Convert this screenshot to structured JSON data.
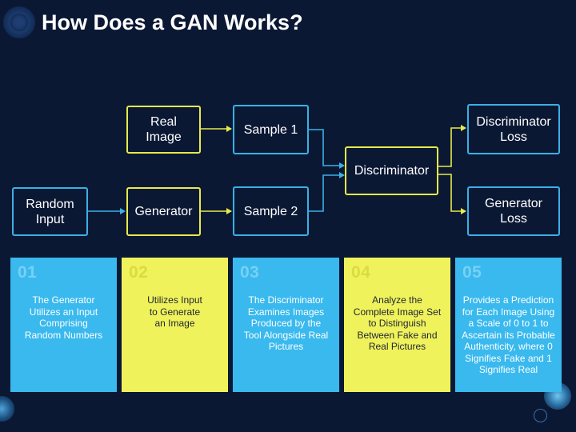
{
  "title": "How Does a GAN Works?",
  "colors": {
    "background": "#0b1834",
    "blue_accent": "#3ab0e6",
    "yellow_accent": "#e7ea4a",
    "card_blue": "#39b9ee",
    "card_yellow": "#f0f25c"
  },
  "diagram": {
    "nodes": {
      "real_image": "Real\nImage",
      "random_input": "Random\nInput",
      "generator": "Generator",
      "sample_1": "Sample 1",
      "sample_2": "Sample 2",
      "discriminator": "Discriminator",
      "discriminator_loss": "Discriminator\nLoss",
      "generator_loss": "Generator\nLoss"
    }
  },
  "steps": [
    {
      "number": "01",
      "text": "The Generator\nUtilizes an Input\nComprising\nRandom Numbers",
      "style": "blue"
    },
    {
      "number": "02",
      "text": "Utilizes Input\nto Generate\nan Image",
      "style": "yellow"
    },
    {
      "number": "03",
      "text": "The Discriminator\nExamines Images\nProduced by the\nTool Alongside Real\nPictures",
      "style": "blue"
    },
    {
      "number": "04",
      "text": "Analyze the\nComplete Image Set\nto Distinguish\nBetween Fake and\nReal Pictures",
      "style": "yellow"
    },
    {
      "number": "05",
      "text": "Provides a Prediction\nfor Each Image Using\na Scale of 0 to 1 to\nAscertain its Probable\nAuthenticity, where 0\nSignifies Fake and 1\nSignifies Real",
      "style": "blue"
    }
  ]
}
